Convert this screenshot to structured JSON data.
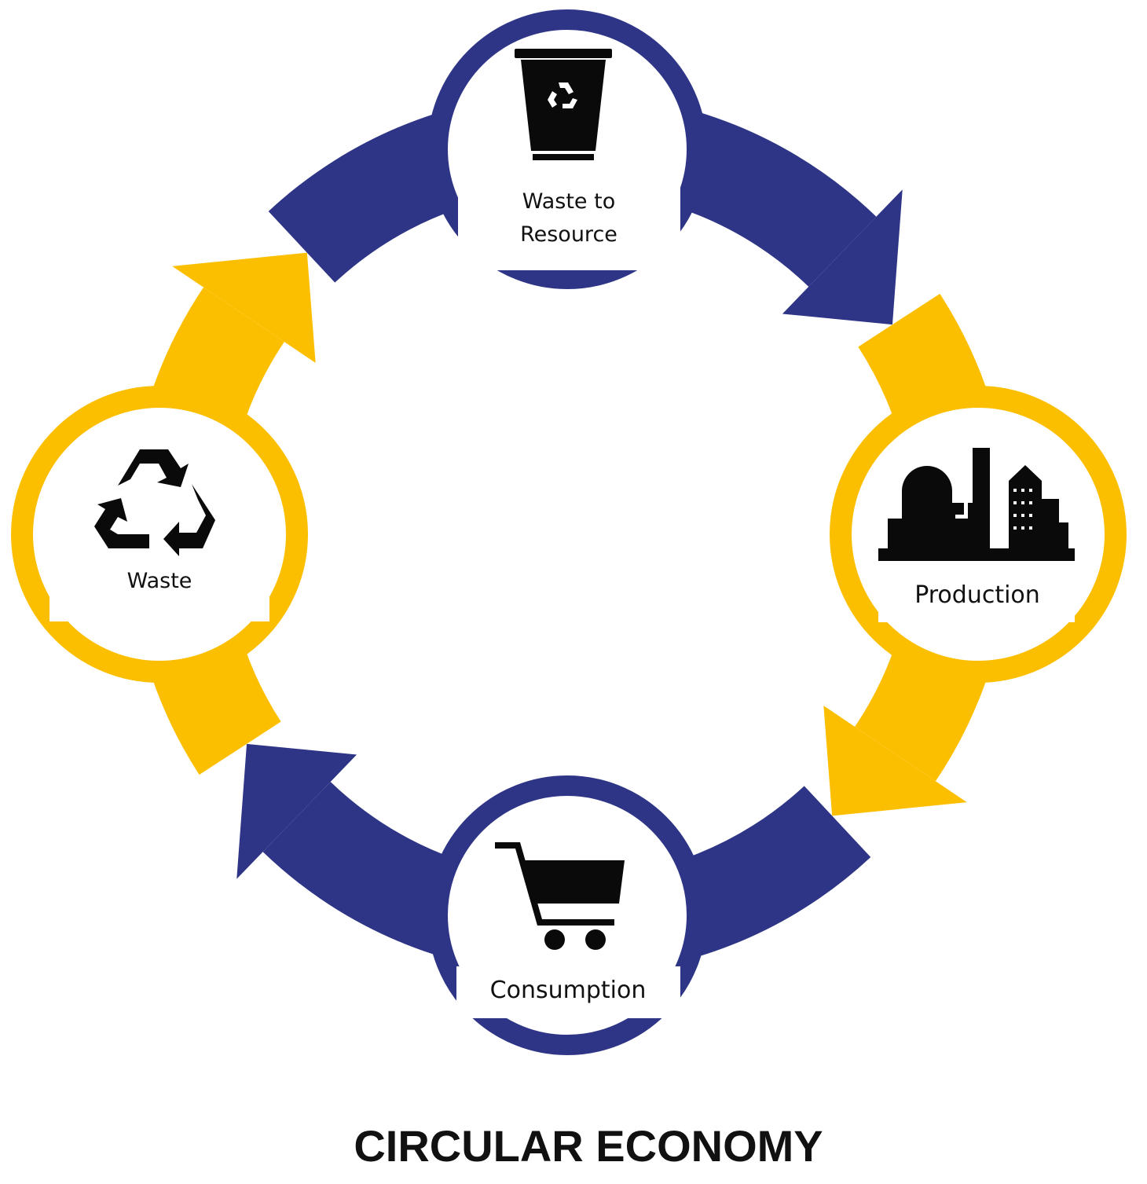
{
  "title": "CIRCULAR ECONOMY",
  "colors": {
    "blue": "#2e3586",
    "yellow": "#fcbf00",
    "icon": "#0a0a0a"
  },
  "nodes": [
    {
      "id": "waste-to-resource",
      "label_line1": "Waste to",
      "label_line2": "Resource",
      "icon": "recycle-bin-icon",
      "ring": "blue"
    },
    {
      "id": "production",
      "label": "Production",
      "icon": "factory-icon",
      "ring": "yellow"
    },
    {
      "id": "consumption",
      "label": "Consumption",
      "icon": "shopping-cart-icon",
      "ring": "blue"
    },
    {
      "id": "waste",
      "label": "Waste",
      "icon": "recycle-icon",
      "ring": "yellow"
    }
  ]
}
